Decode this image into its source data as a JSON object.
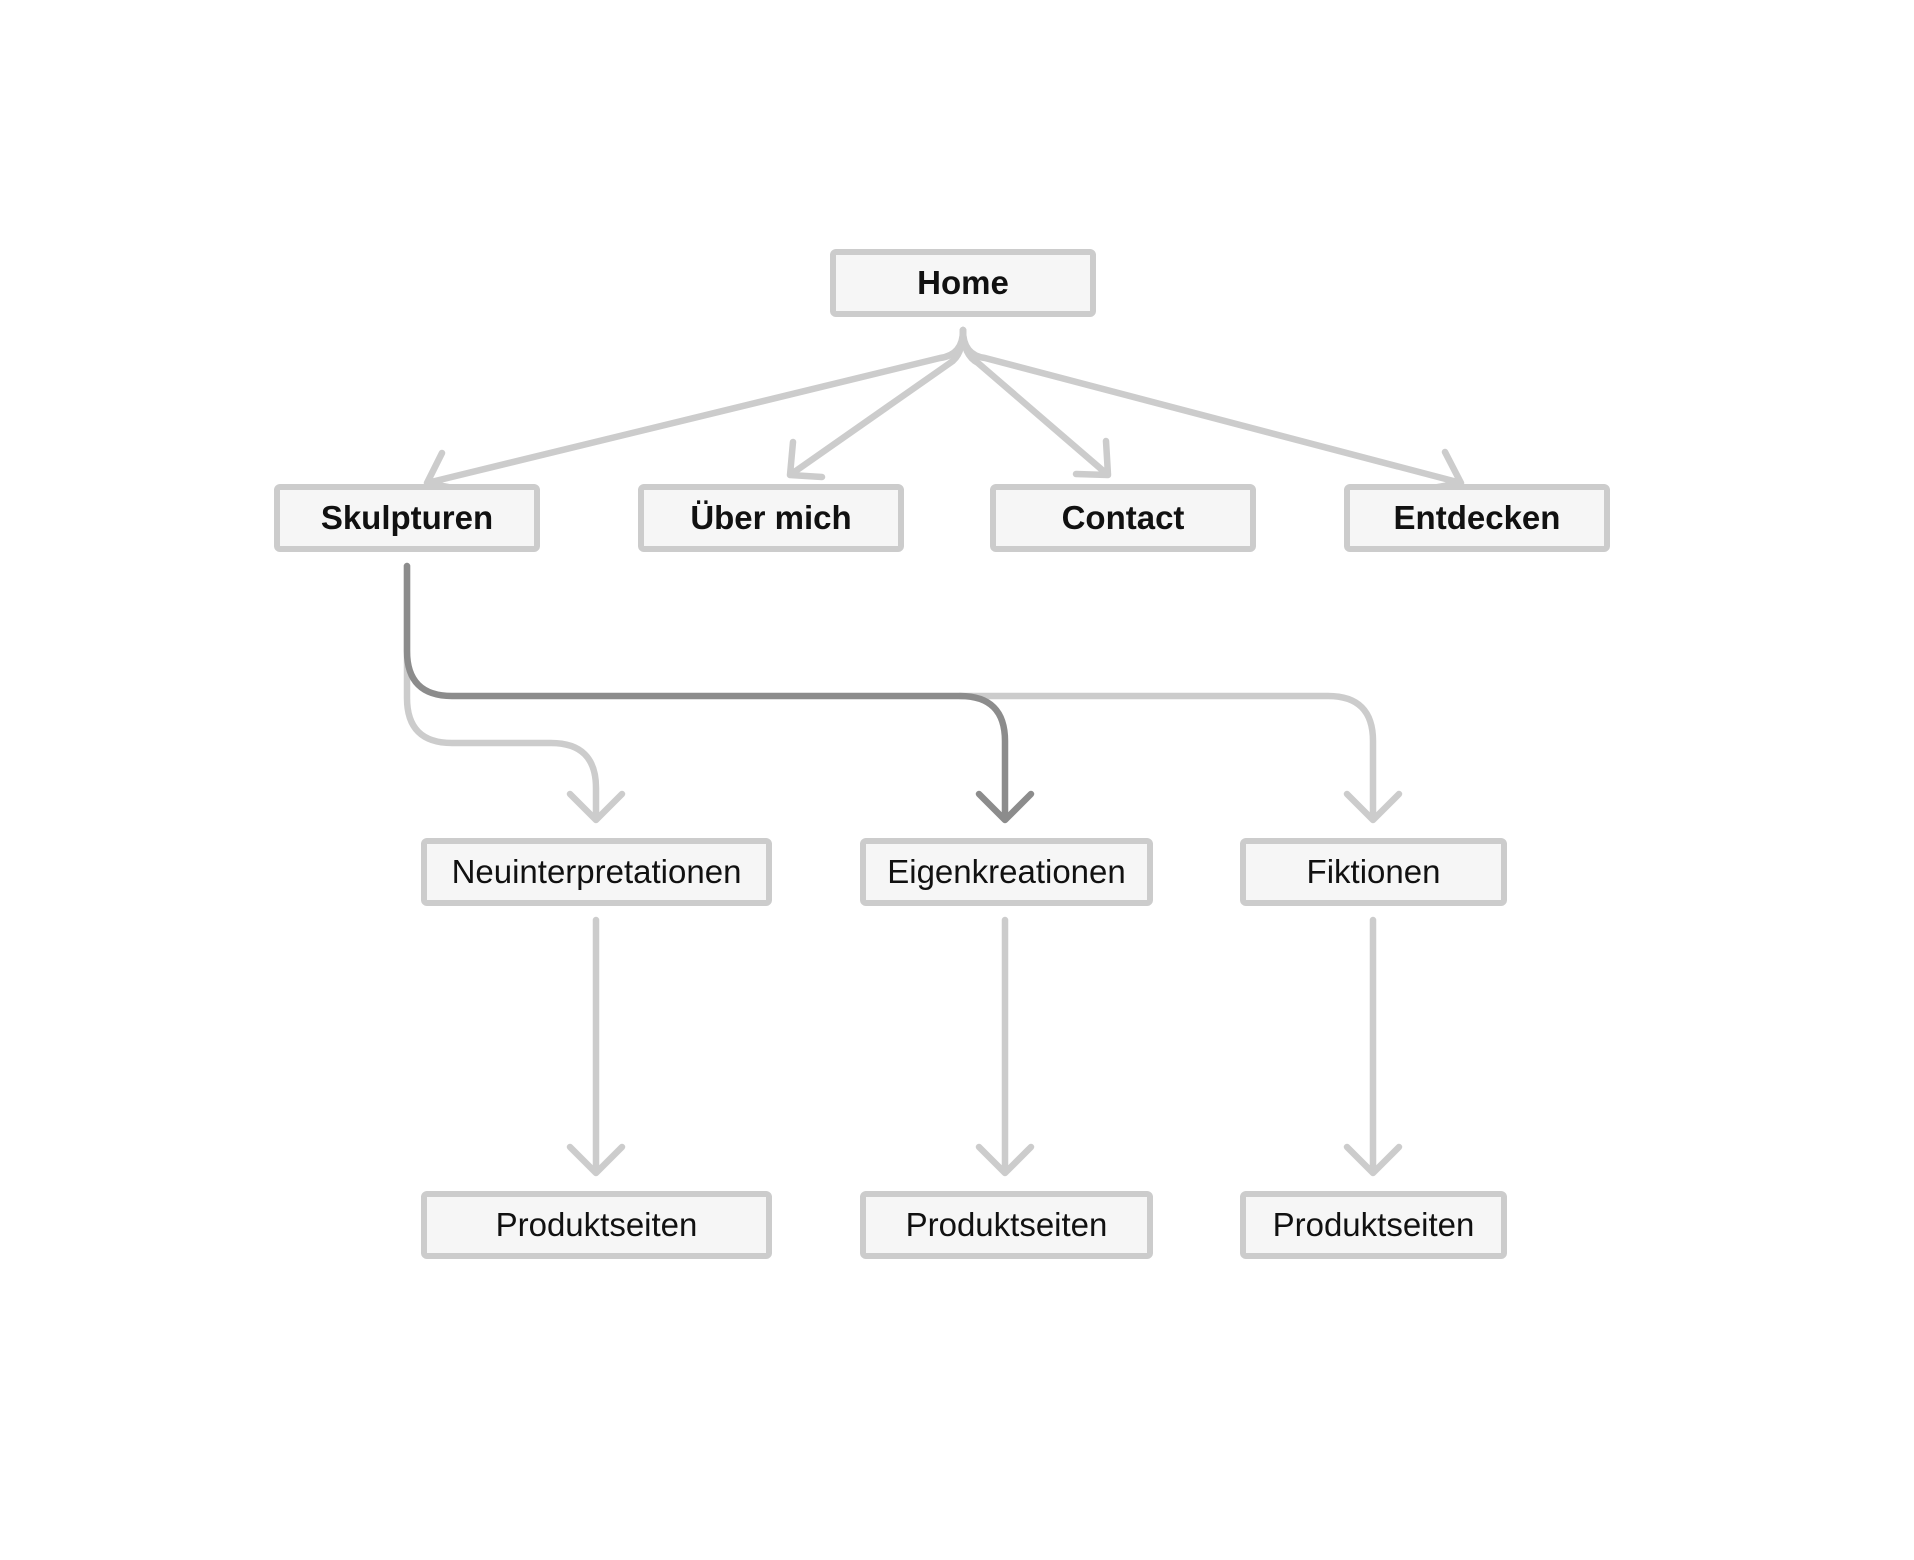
{
  "diagram": {
    "nodes": {
      "home": "Home",
      "skulpturen": "Skulpturen",
      "ueber_mich": "Über mich",
      "contact": "Contact",
      "entdecken": "Entdecken",
      "neuinterpretationen": "Neuinterpretationen",
      "eigenkreationen": "Eigenkreationen",
      "fiktionen": "Fiktionen",
      "produktseiten_1": "Produktseiten",
      "produktseiten_2": "Produktseiten",
      "produktseiten_3": "Produktseiten"
    },
    "edges": [
      {
        "from": "home",
        "to": "skulpturen"
      },
      {
        "from": "home",
        "to": "ueber_mich"
      },
      {
        "from": "home",
        "to": "contact"
      },
      {
        "from": "home",
        "to": "entdecken"
      },
      {
        "from": "skulpturen",
        "to": "neuinterpretationen"
      },
      {
        "from": "skulpturen",
        "to": "eigenkreationen",
        "highlighted": true
      },
      {
        "from": "skulpturen",
        "to": "fiktionen"
      },
      {
        "from": "neuinterpretationen",
        "to": "produktseiten_1"
      },
      {
        "from": "eigenkreationen",
        "to": "produktseiten_2"
      },
      {
        "from": "fiktionen",
        "to": "produktseiten_3"
      }
    ],
    "colors": {
      "node_fill": "#f6f6f6",
      "node_border": "#cccccc",
      "edge": "#cccccc",
      "edge_highlighted": "#8c8c8c",
      "text": "#111111"
    }
  }
}
